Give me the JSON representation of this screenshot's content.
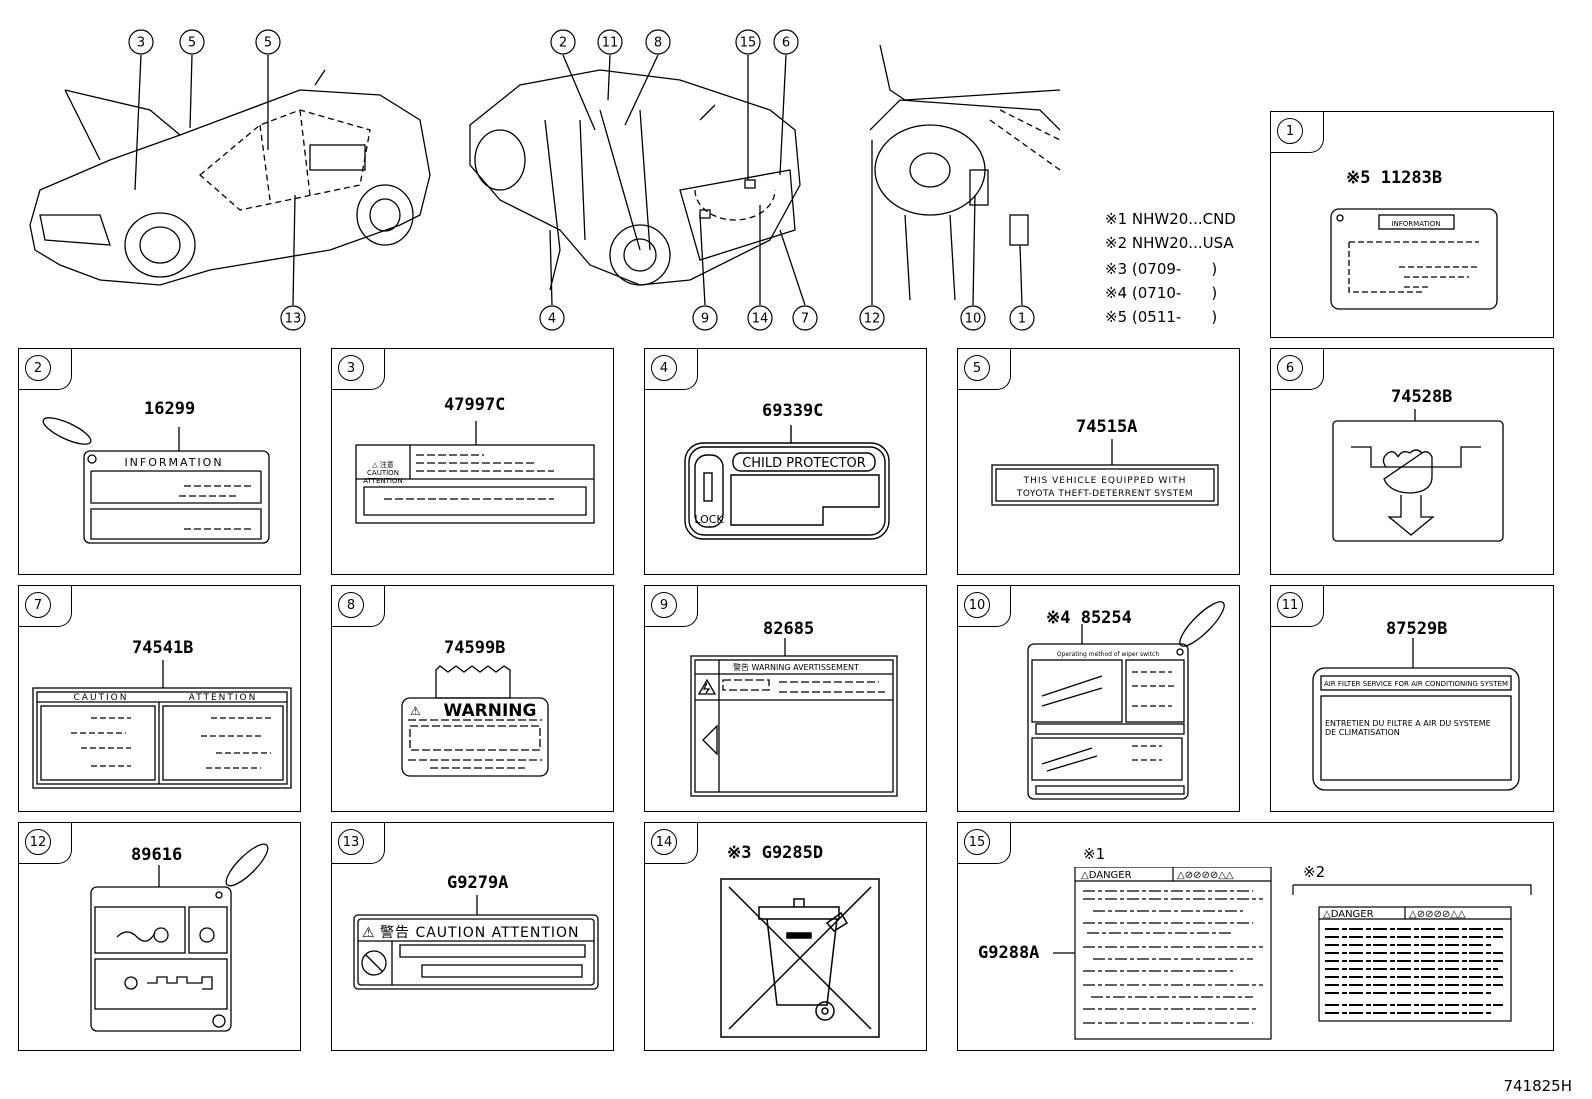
{
  "callouts_top": [
    "3",
    "5",
    "5",
    "13",
    "2",
    "11",
    "8",
    "15",
    "6",
    "4",
    "9",
    "14",
    "7",
    "12",
    "10",
    "1"
  ],
  "notes": [
    {
      "mark": "※1",
      "text": "NHW20...CND"
    },
    {
      "mark": "※2",
      "text": "NHW20...USA"
    },
    {
      "mark": "※3",
      "text": "(0709-　　)"
    },
    {
      "mark": "※4",
      "text": "(0710-　　)"
    },
    {
      "mark": "※5",
      "text": "(0511-　　)"
    }
  ],
  "panels": {
    "p1": {
      "num": "1",
      "pn": "※5 11283B",
      "label": "INFORMATION"
    },
    "p2": {
      "num": "2",
      "pn": "16299",
      "label": "INFORMATION"
    },
    "p3": {
      "num": "3",
      "pn": "47997C",
      "label": "CAUTION\nATTENTION"
    },
    "p4": {
      "num": "4",
      "pn": "69339C",
      "label": "CHILD PROTECTOR",
      "sub": "LOCK"
    },
    "p5": {
      "num": "5",
      "pn": "74515A",
      "line1": "THIS VEHICLE EQUIPPED WITH",
      "line2": "TOYOTA THEFT-DETERRENT SYSTEM"
    },
    "p6": {
      "num": "6",
      "pn": "74528B"
    },
    "p7": {
      "num": "7",
      "pn": "74541B",
      "left": "CAUTION",
      "right": "ATTENTION"
    },
    "p8": {
      "num": "8",
      "pn": "74599B",
      "label": "WARNING"
    },
    "p9": {
      "num": "9",
      "pn": "82685",
      "label": "警告 WARNING AVERTISSEMENT"
    },
    "p10": {
      "num": "10",
      "pn": "※4 85254",
      "label": "Operating method of wiper switch"
    },
    "p11": {
      "num": "11",
      "pn": "87529B",
      "line1": "AIR FILTER SERVICE FOR AIR CONDITIONING SYSTEM",
      "line2": "ENTRETIEN DU FILTRE A AIR DU SYSTEME",
      "line3": "DE CLIMATISATION"
    },
    "p12": {
      "num": "12",
      "pn": "89616"
    },
    "p13": {
      "num": "13",
      "pn": "G9279A",
      "label": "警告 CAUTION ATTENTION"
    },
    "p14": {
      "num": "14",
      "pn": "※3 G9285D"
    },
    "p15": {
      "num": "15",
      "pn": "G9288A",
      "mark1": "※1",
      "mark2": "※2",
      "label": "DANGER"
    }
  },
  "reference": "741825H"
}
